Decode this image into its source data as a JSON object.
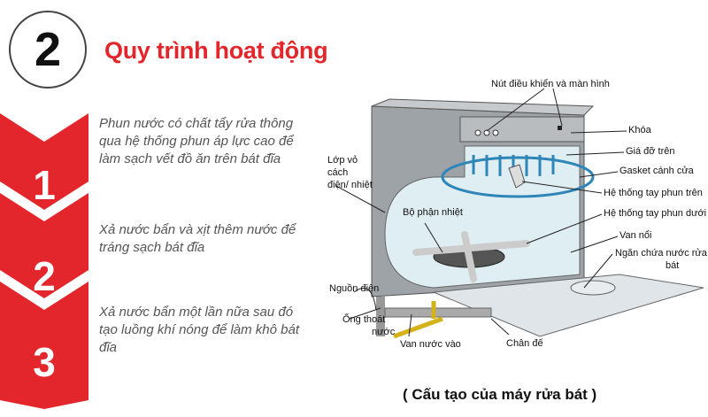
{
  "header": {
    "step_number": "2",
    "title": "Quy trình hoạt động"
  },
  "steps": [
    {
      "number": "1",
      "text": "Phun nước có chất tẩy rửa thông qua hệ thống phun áp lực cao để làm sạch vết đồ ăn trên bát đĩa"
    },
    {
      "number": "2",
      "text": "Xả nước bẩn và xịt thêm nước để tráng sạch bát đĩa"
    },
    {
      "number": "3",
      "text": "Xả nước bẩn một lần nữa sau đó tạo luồng khí nóng để làm khô bát đĩa"
    }
  ],
  "diagram": {
    "labels": {
      "controls": "Nút điều khiển và màn hình",
      "lock": "Khóa",
      "upper_rack": "Giá đỡ trên",
      "door_gasket": "Gasket cánh cửa",
      "upper_spray": "Hệ thống tay phun trên",
      "lower_spray": "Hệ thống tay phun dưới",
      "float_valve": "Van nổi",
      "detergent_1": "Ngăn chứa nước rửa",
      "detergent_2": "bát",
      "insulation_1": "Lớp vỏ",
      "insulation_2": "cách",
      "insulation_3": "điện/ nhiệt",
      "heater": "Bộ phận nhiệt",
      "power": "Nguồn điện",
      "drain_1": "Ống thoát",
      "drain_2": "nước",
      "inlet_valve": "Van nước vào",
      "base": "Chân đế"
    },
    "caption": "( Cấu tạo của máy rửa bát )"
  },
  "colors": {
    "accent": "#e3262b",
    "rack": "#2e86b8",
    "tub": "#dfeef3"
  }
}
